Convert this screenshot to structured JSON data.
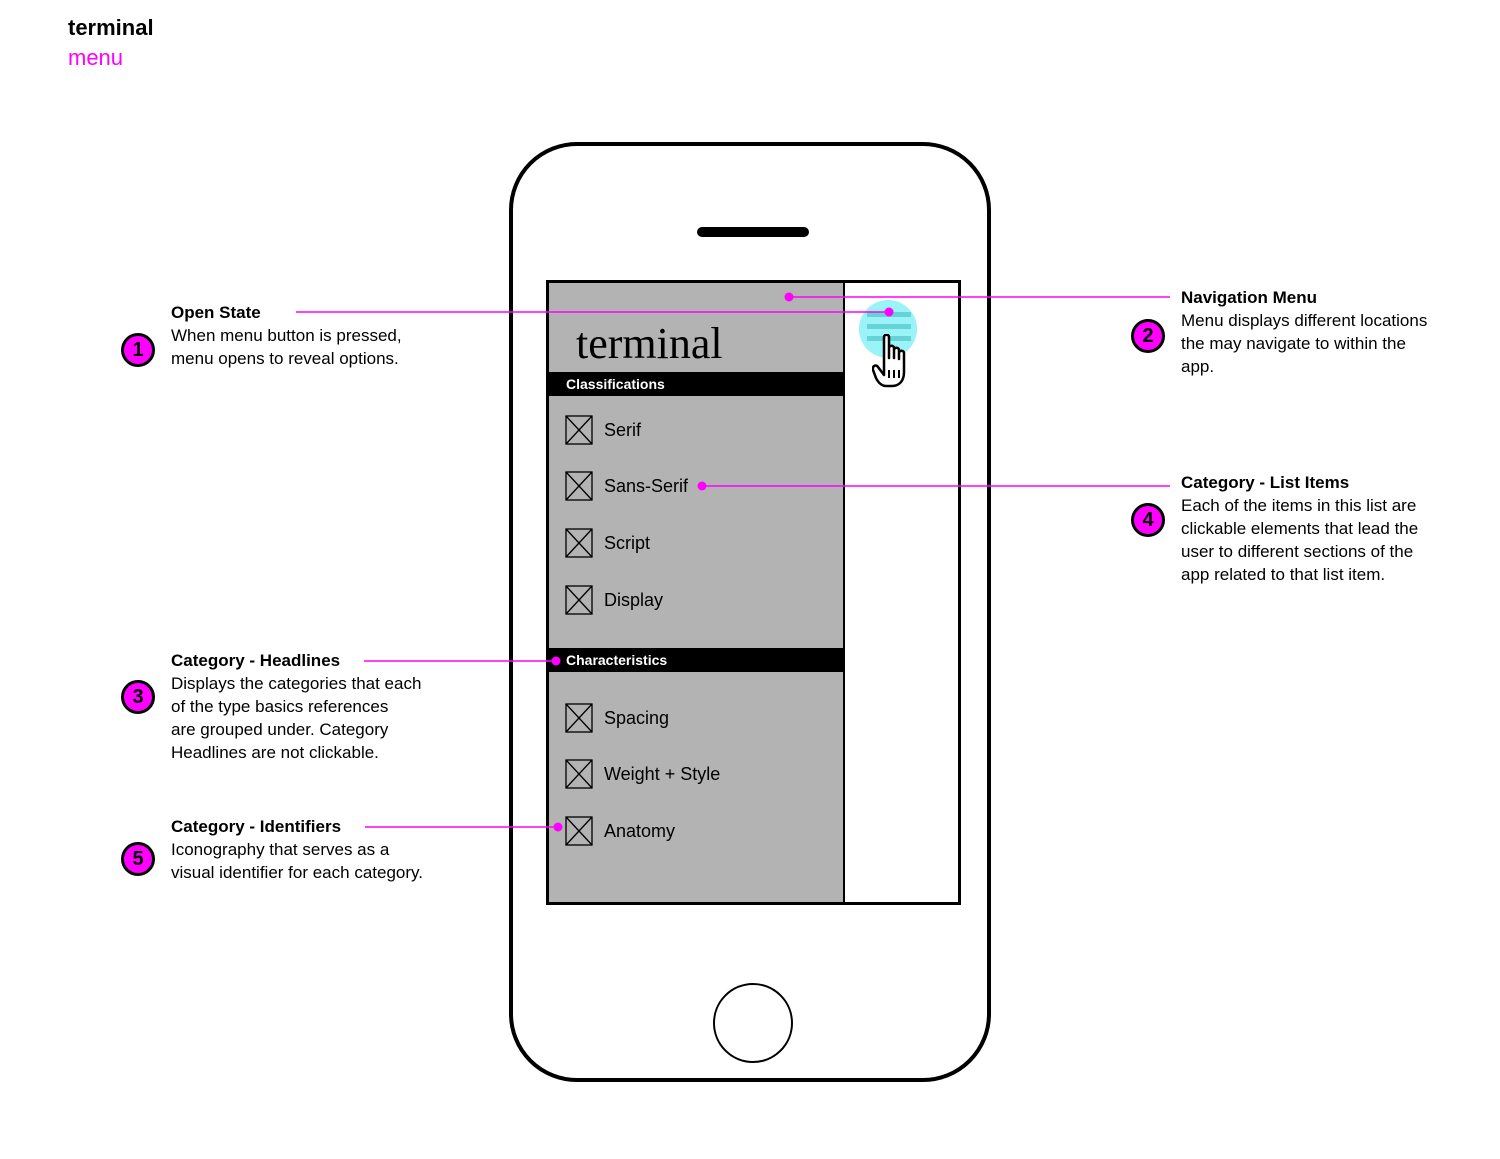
{
  "page": {
    "title": "terminal",
    "subtitle": "menu"
  },
  "app": {
    "logo": "terminal",
    "sections": [
      {
        "headline": "Classifications",
        "items": [
          "Serif",
          "Sans-Serif",
          "Script",
          "Display"
        ]
      },
      {
        "headline": "Characteristics",
        "items": [
          "Spacing",
          "Weight + Style",
          "Anatomy"
        ]
      }
    ]
  },
  "annotations": [
    {
      "number": "1",
      "title": "Open State",
      "body": [
        "When menu button is pressed,",
        "menu opens to reveal options."
      ]
    },
    {
      "number": "2",
      "title": "Navigation Menu",
      "body": [
        "Menu displays different locations",
        "the may navigate to within the",
        "app."
      ]
    },
    {
      "number": "3",
      "title": "Category - Headlines",
      "body": [
        "Displays the categories that each",
        "of the type basics references",
        "are grouped under. Category",
        "Headlines are not clickable."
      ]
    },
    {
      "number": "4",
      "title": "Category - List Items",
      "body": [
        "Each of the items in this list are",
        "clickable elements that lead the",
        "user to different sections of the",
        "app related to that list item."
      ]
    },
    {
      "number": "5",
      "title": "Category - Identifiers",
      "body": [
        "Iconography that serves as a",
        "visual identifier for each category."
      ]
    }
  ],
  "icons": {
    "item": "placeholder-x-icon",
    "menu": "hamburger-menu-icon",
    "cursor": "hand-pointer-icon"
  },
  "colors": {
    "accent": "#ff00ff",
    "panel": "#b3b3b3",
    "halo": "#99f3f7"
  }
}
